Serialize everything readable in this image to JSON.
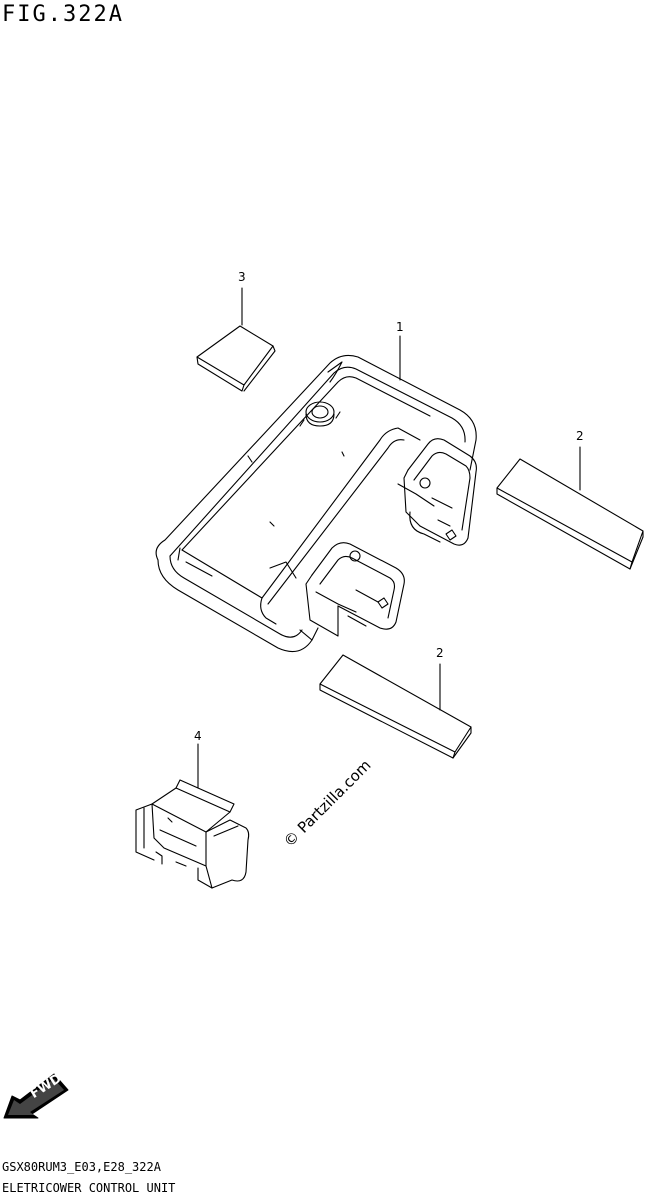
{
  "figure": {
    "title": "FIG.322A",
    "model_code": "GSX80RUM3_E03,E28_322A",
    "part_name": "ELETRICOWER CONTROL UNIT"
  },
  "callouts": [
    {
      "id": "1",
      "label": "1"
    },
    {
      "id": "2a",
      "label": "2"
    },
    {
      "id": "2b",
      "label": "2"
    },
    {
      "id": "3",
      "label": "3"
    },
    {
      "id": "4",
      "label": "4"
    }
  ],
  "watermark": "© Partzilla.com",
  "fwd_badge": "FWD",
  "colors": {
    "line": "#000000",
    "background": "#ffffff"
  }
}
